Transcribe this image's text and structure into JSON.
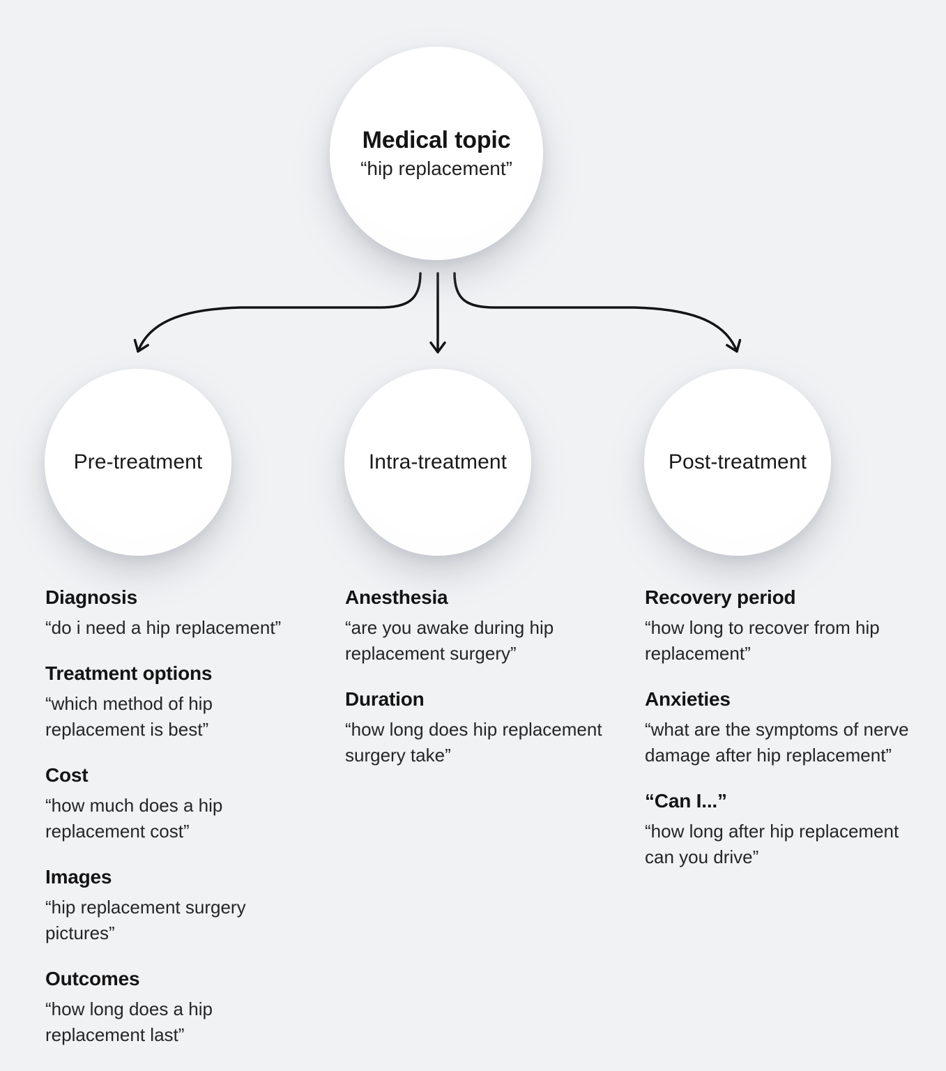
{
  "background_color": "#f1f2f4",
  "node_fill_color": "#ffffff",
  "arrow_color": "#141414",
  "text_color": "#1a1a1a",
  "root": {
    "title": "Medical topic",
    "subtitle": "“hip replacement”"
  },
  "branches": [
    {
      "label": "Pre-treatment"
    },
    {
      "label": "Intra-treatment"
    },
    {
      "label": "Post-treatment"
    }
  ],
  "columns": [
    {
      "branch": "Pre-treatment",
      "groups": [
        {
          "heading": "Diagnosis",
          "quote": "“do i need a hip replacement”"
        },
        {
          "heading": "Treatment options",
          "quote": "“which method of hip\nreplacement is best”"
        },
        {
          "heading": "Cost",
          "quote": "“how much does a hip\nreplacement cost”"
        },
        {
          "heading": "Images",
          "quote": "“hip replacement surgery\npictures”"
        },
        {
          "heading": "Outcomes",
          "quote": "“how long does a hip\nreplacement last”"
        }
      ]
    },
    {
      "branch": "Intra-treatment",
      "groups": [
        {
          "heading": "Anesthesia",
          "quote": "“are you awake during hip\nreplacement surgery”"
        },
        {
          "heading": "Duration",
          "quote": "“how long does hip replacement\nsurgery take”"
        }
      ]
    },
    {
      "branch": "Post-treatment",
      "groups": [
        {
          "heading": "Recovery period",
          "quote": "“how long to recover from hip\nreplacement”"
        },
        {
          "heading": "Anxieties",
          "quote": "“what are the symptoms of nerve\ndamage after hip replacement”"
        },
        {
          "heading": "“Can I...”",
          "quote": "“how long after hip replacement\ncan you drive”"
        }
      ]
    }
  ]
}
